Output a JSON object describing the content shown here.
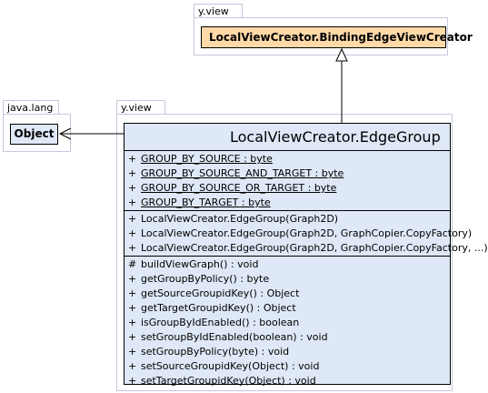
{
  "packages": {
    "y_view_top": "y.view",
    "java_lang": "java.lang",
    "y_view_main": "y.view"
  },
  "classes": {
    "object": "Object",
    "binding": "LocalViewCreator.BindingEdgeViewCreator",
    "main": "LocalViewCreator.EdgeGroup"
  },
  "fields": [
    {
      "vis": "+",
      "text": "GROUP_BY_SOURCE : byte"
    },
    {
      "vis": "+",
      "text": "GROUP_BY_SOURCE_AND_TARGET : byte"
    },
    {
      "vis": "+",
      "text": "GROUP_BY_SOURCE_OR_TARGET : byte"
    },
    {
      "vis": "+",
      "text": "GROUP_BY_TARGET : byte"
    }
  ],
  "constructors": [
    {
      "vis": "+",
      "text": "LocalViewCreator.EdgeGroup(Graph2D)"
    },
    {
      "vis": "+",
      "text": "LocalViewCreator.EdgeGroup(Graph2D, GraphCopier.CopyFactory)"
    },
    {
      "vis": "+",
      "text": "LocalViewCreator.EdgeGroup(Graph2D, GraphCopier.CopyFactory, ...)"
    }
  ],
  "methods": [
    {
      "vis": "#",
      "text": "buildViewGraph() : void"
    },
    {
      "vis": "+",
      "text": "getGroupByPolicy() : byte"
    },
    {
      "vis": "+",
      "text": "getSourceGroupidKey() : Object"
    },
    {
      "vis": "+",
      "text": "getTargetGroupidKey() : Object"
    },
    {
      "vis": "+",
      "text": "isGroupByIdEnabled() : boolean"
    },
    {
      "vis": "+",
      "text": "setGroupByIdEnabled(boolean) : void"
    },
    {
      "vis": "+",
      "text": "setGroupByPolicy(byte) : void"
    },
    {
      "vis": "+",
      "text": "setSourceGroupidKey(Object) : void"
    },
    {
      "vis": "+",
      "text": "setTargetGroupidKey(Object) : void"
    }
  ]
}
